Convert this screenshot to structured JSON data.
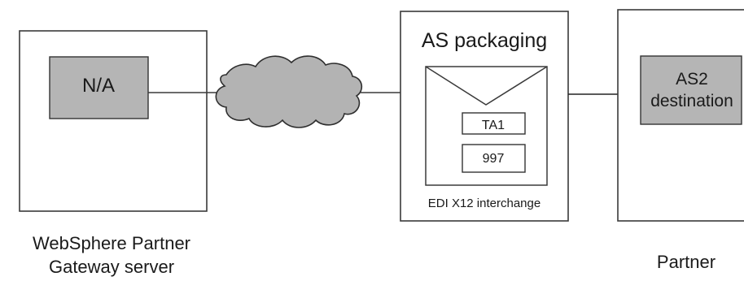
{
  "left_server": {
    "inner_box_label": "N/A",
    "caption_line1": "WebSphere Partner",
    "caption_line2": "Gateway server"
  },
  "packaging": {
    "title": "AS packaging",
    "docs": [
      "TA1",
      "997"
    ],
    "envelope_caption": "EDI X12 interchange"
  },
  "partner": {
    "destination_line1": "AS2",
    "destination_line2": "destination",
    "caption": "Partner"
  },
  "colors": {
    "line": "#3a3a3a",
    "box_fill": "#b5b5b5",
    "cloud_fill": "#b3b3b3"
  }
}
